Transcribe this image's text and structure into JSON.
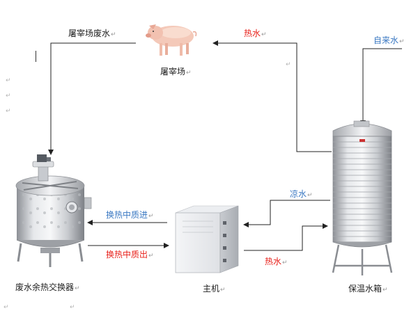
{
  "nodes": {
    "slaughterhouse": "屠宰场",
    "wastewater_source": "屠宰场废水",
    "heat_exchanger": "废水余热交换器",
    "host_unit": "主机",
    "water_tank": "保温水箱"
  },
  "flows": {
    "hot_water_top": "热水",
    "tap_water": "自来水",
    "cold_water": "凉水",
    "exchange_in": "换热中质进",
    "exchange_out": "换热中质出",
    "hot_water_bottom": "热水"
  },
  "colors": {
    "hot": "#e8201a",
    "cold": "#3a78c2",
    "line": "#222222"
  }
}
